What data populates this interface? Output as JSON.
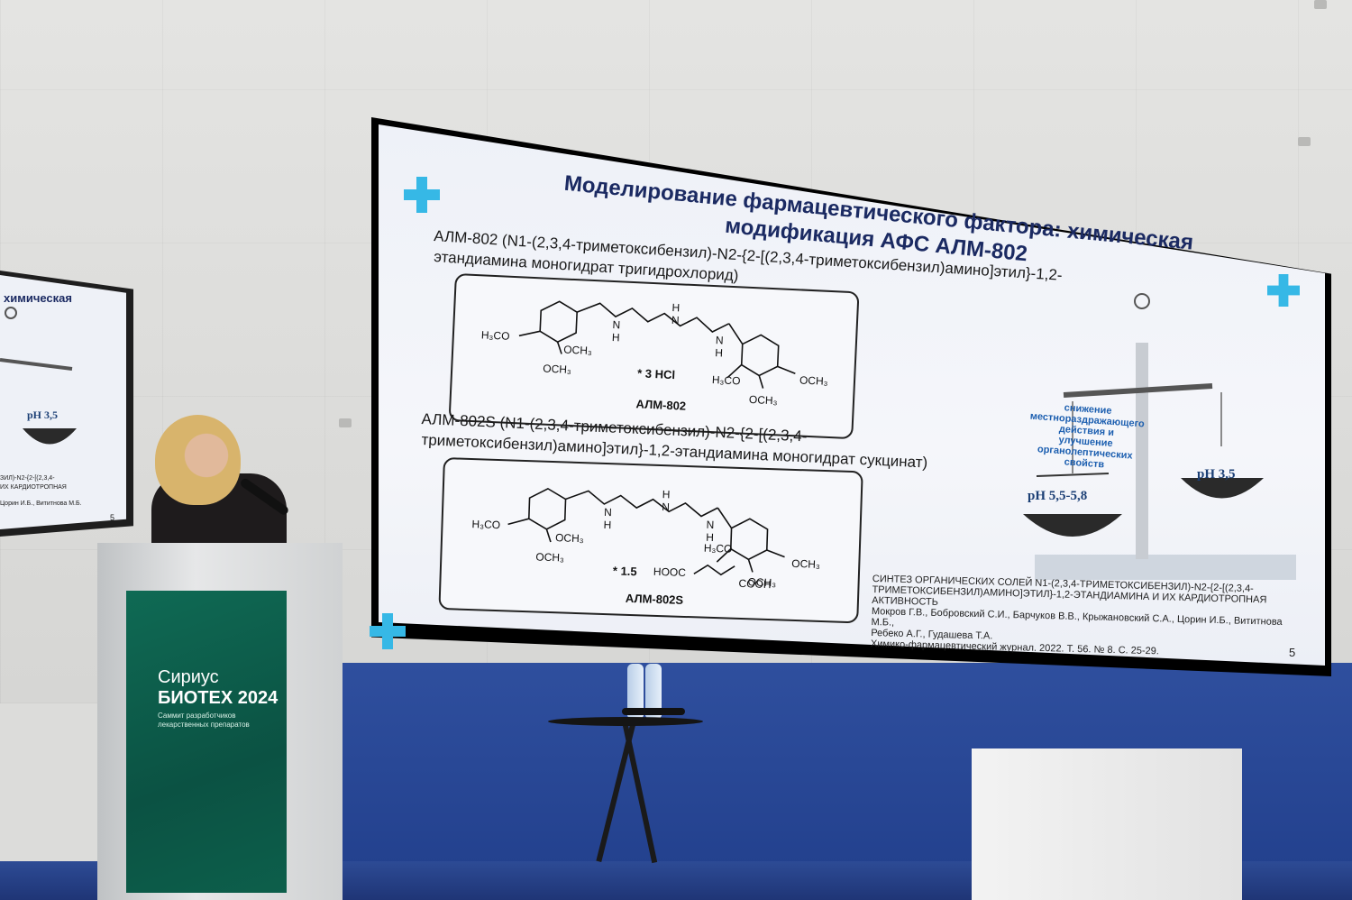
{
  "slide": {
    "title_line1": "Моделирование фармацевтического фактора: химическая",
    "title_line2": "модификация АФС АЛМ-802",
    "compound1_text_line1": "АЛМ-802 (N1-(2,3,4-триметоксибензил)-N2-{2-[(2,3,4-триметоксибензил)амино]этил}-1,2-",
    "compound1_text_line2": "этандиамина моногидрат тригидрохлорид)",
    "compound1_label": "АЛМ-802",
    "compound1_salt": "* 3 HCl",
    "compound2_text_line1": "АЛМ-802S (N1-(2,3,4-триметоксибензил)-N2-{2-[(2,3,4-",
    "compound2_text_line2": "триметоксибензил)амино]этил}-1,2-этандиамина моногидрат сукцинат)",
    "compound2_label": "АЛМ-802S",
    "compound2_salt": "* 1.5",
    "compound2_acid_left": "HOOC",
    "compound2_acid_right": "COOH",
    "chem_h3co": "H₃CO",
    "chem_och3": "OCH₃",
    "chem_nh": "N",
    "chem_h": "H",
    "scale_note": [
      "снижение",
      "местнораздражающего",
      "действия и",
      "улучшение",
      "органолептических",
      "свойств"
    ],
    "ph_left": "pH 5,5-5,8",
    "ph_right": "pH 3,5",
    "reference_line1": "СИНТЕЗ ОРГАНИЧЕСКИХ СОЛЕЙ N1-(2,3,4-ТРИМЕТОКСИБЕНЗИЛ)-N2-{2-[(2,3,4-",
    "reference_line2": "ТРИМЕТОКСИБЕНЗИЛ)АМИНО]ЭТИЛ}-1,2-ЭТАНДИАМИНА И ИХ КАРДИОТРОПНАЯ",
    "reference_line3": "АКТИВНОСТЬ",
    "reference_line4": "Мокров Г.В., Бобровский С.И., Барчуков В.В., Крыжановский С.А., Цорин И.Б., Вититнова М.Б.,",
    "reference_line5": "Ребеко А.Г., Гудашева Т.А.",
    "reference_line6": "Химико-фармацевтический журнал. 2022. Т. 56. № 8. С. 25-29.",
    "page_number": "5"
  },
  "side_screen": {
    "title_fragment": "химическая",
    "ph": "pH 3,5",
    "text_line1": "ЗИЛ)-N2-{2-[(2,3,4-",
    "text_line2": "ИХ КАРДИОТРОПНАЯ",
    "text_line3": "Цорин И.Б., Вититнова М.Б.",
    "page_number": "5"
  },
  "podium": {
    "brand_line1": "Сириус",
    "brand_line2": "БИОТЕХ 2024",
    "tagline": "Саммит разработчиков лекарственных препаратов"
  },
  "colors": {
    "title": "#1b2a62",
    "accent": "#36b8e6",
    "stage": "#2f4f9e",
    "podium_panel": "#0f6a54"
  }
}
